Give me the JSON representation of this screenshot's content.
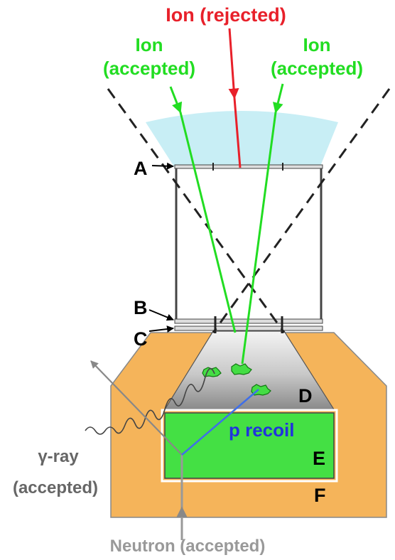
{
  "labels": {
    "ion_rejected": "Ion (rejected)",
    "ion_accepted_left_line1": "Ion",
    "ion_accepted_left_line2": "(accepted)",
    "ion_accepted_right_line1": "Ion",
    "ion_accepted_right_line2": "(accepted)",
    "layer_a": "A",
    "layer_b": "B",
    "layer_c": "C",
    "layer_d": "D",
    "layer_e": "E",
    "layer_f": "F",
    "p_recoil": "p recoil",
    "gamma_ray_line1": "γ-ray",
    "gamma_ray_line2": "(accepted)",
    "neutron": "Neutron (accepted)"
  },
  "colors": {
    "rejected": "#e8202a",
    "accepted": "#22dd22",
    "acceptance_cone": "#c8eef5",
    "housing": "#f5b45a",
    "scintillator_e": "#44e044",
    "recoil": "#2233dd",
    "neutron": "#999999",
    "gamma": "#777777"
  }
}
